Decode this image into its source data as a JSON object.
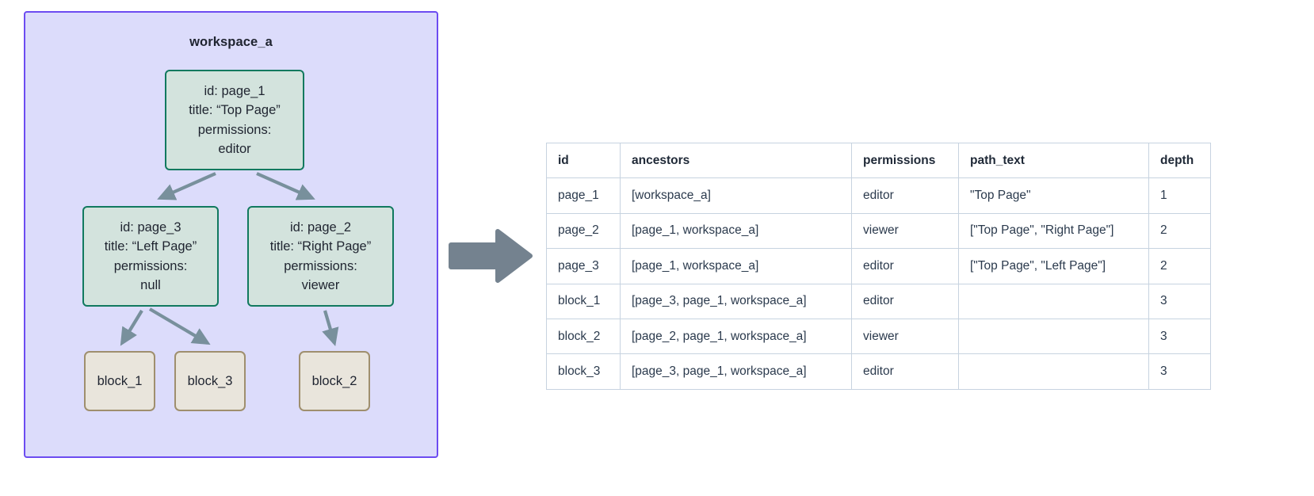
{
  "workspace": {
    "title": "workspace_a",
    "accent_border": "#6c4cf1",
    "accent_fill": "#dcdcfb",
    "page_node_fill": "#d3e3dd",
    "page_node_border": "#11795f",
    "block_node_fill": "#e9e5dc",
    "block_node_border": "#9f8f6e",
    "edge_color": "#78909c",
    "nodes": [
      {
        "key": "page_1",
        "type": "page",
        "lines": [
          "id: page_1",
          "title: “Top Page”",
          "permissions:",
          "editor"
        ]
      },
      {
        "key": "page_3",
        "type": "page",
        "lines": [
          "id: page_3",
          "title: “Left Page”",
          "permissions:",
          "null"
        ]
      },
      {
        "key": "page_2",
        "type": "page",
        "lines": [
          "id: page_2",
          "title: “Right Page”",
          "permissions:",
          "viewer"
        ]
      },
      {
        "key": "block_1",
        "type": "block",
        "lines": [
          "block_1"
        ]
      },
      {
        "key": "block_3",
        "type": "block",
        "lines": [
          "block_3"
        ]
      },
      {
        "key": "block_2",
        "type": "block",
        "lines": [
          "block_2"
        ]
      }
    ],
    "edges": [
      {
        "from": "page_1",
        "to": "page_3"
      },
      {
        "from": "page_1",
        "to": "page_2"
      },
      {
        "from": "page_3",
        "to": "block_1"
      },
      {
        "from": "page_3",
        "to": "block_3"
      },
      {
        "from": "page_2",
        "to": "block_2"
      }
    ]
  },
  "transition_arrow": {
    "name": "right-arrow",
    "color": "#74828f"
  },
  "table": {
    "columns": [
      "id",
      "ancestors",
      "permissions",
      "path_text",
      "depth"
    ],
    "rows": [
      {
        "id": "page_1",
        "ancestors": "[workspace_a]",
        "permissions": "editor",
        "path_text": "\"Top Page\"",
        "depth": "1"
      },
      {
        "id": "page_2",
        "ancestors": "[page_1, workspace_a]",
        "permissions": "viewer",
        "path_text": "[\"Top Page\", \"Right Page\"]",
        "depth": "2"
      },
      {
        "id": "page_3",
        "ancestors": "[page_1, workspace_a]",
        "permissions": "editor",
        "path_text": "[\"Top Page\", \"Left Page\"]",
        "depth": "2"
      },
      {
        "id": "block_1",
        "ancestors": "[page_3, page_1, workspace_a]",
        "permissions": "editor",
        "path_text": "",
        "depth": "3"
      },
      {
        "id": "block_2",
        "ancestors": "[page_2, page_1, workspace_a]",
        "permissions": "viewer",
        "path_text": "",
        "depth": "3"
      },
      {
        "id": "block_3",
        "ancestors": "[page_3, page_1, workspace_a]",
        "permissions": "editor",
        "path_text": "",
        "depth": "3"
      }
    ]
  }
}
